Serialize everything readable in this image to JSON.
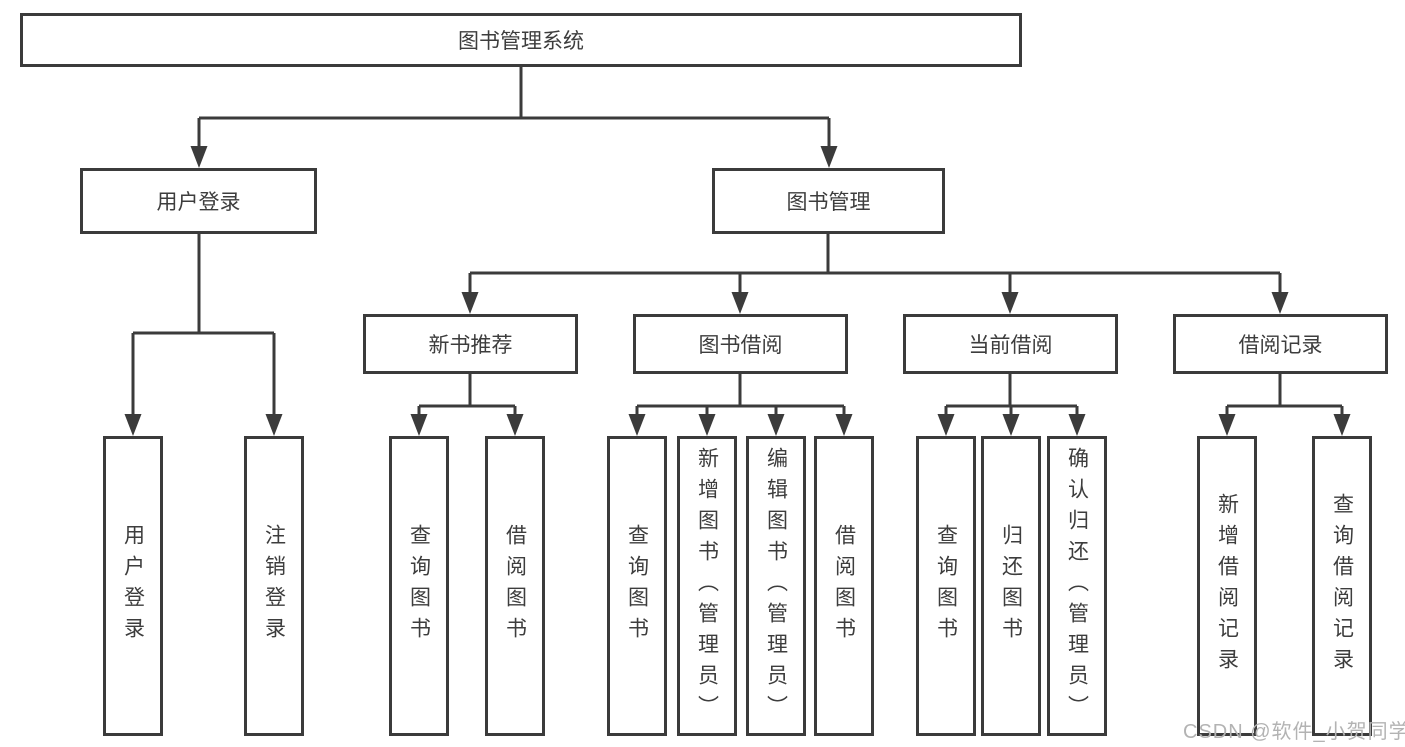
{
  "diagram": {
    "type": "hierarchy",
    "watermark": "CSDN @软件_小贺同学",
    "colors": {
      "line": "#3b3b3b",
      "text": "#3d3d3d",
      "box_background": "#ffffff",
      "page_background": "#ffffff",
      "watermark": "#b3b3b3"
    },
    "root": {
      "label": "图书管理系统"
    },
    "level2": {
      "user_login": "用户登录",
      "book_management": "图书管理"
    },
    "level3": {
      "new_book_recommend": "新书推荐",
      "book_borrow": "图书借阅",
      "current_borrow": "当前借阅",
      "borrow_records": "借阅记录"
    },
    "leaves": {
      "user_login": [
        "用户登录",
        "注销登录"
      ],
      "new_book_recommend": [
        "查询图书",
        "借阅图书"
      ],
      "book_borrow": [
        "查询图书",
        "新增图书（管理员）",
        "编辑图书（管理员）",
        "借阅图书"
      ],
      "current_borrow": [
        "查询图书",
        "归还图书",
        "确认归还（管理员）"
      ],
      "borrow_records": [
        "新增借阅记录",
        "查询借阅记录"
      ]
    }
  }
}
